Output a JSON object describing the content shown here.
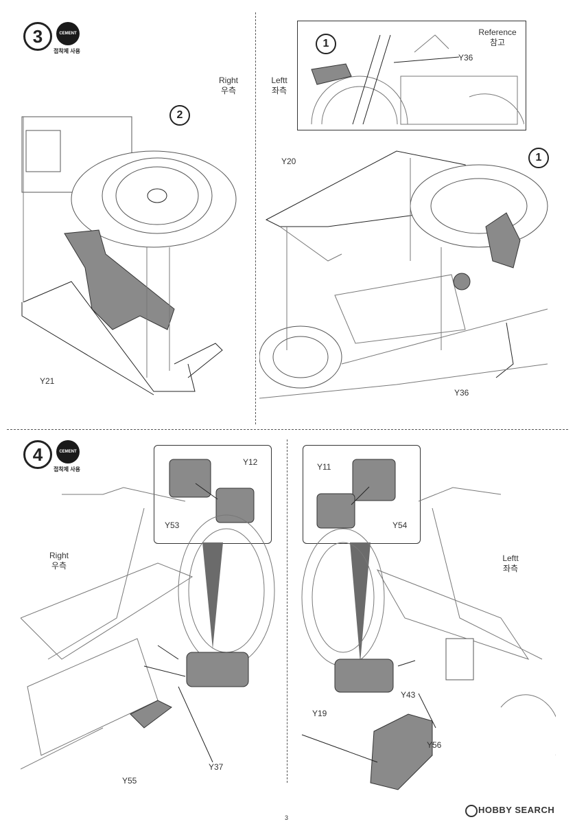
{
  "step3": {
    "number": "3",
    "cement_label": "CEMENT",
    "cement_caption": "접착제 사용",
    "right_label": "Right",
    "right_label_kr": "우측",
    "left_label": "Leftt",
    "left_label_kr": "좌측",
    "reference_label": "Reference",
    "reference_label_kr": "참고",
    "callout_1": "1",
    "callout_2": "2",
    "callout_ref": "1",
    "parts": {
      "y21": "Y21",
      "y20": "Y20",
      "y36_ref": "Y36",
      "y36": "Y36"
    }
  },
  "step4": {
    "number": "4",
    "cement_label": "CEMENT",
    "cement_caption": "접착제 사용",
    "right_label": "Right",
    "right_label_kr": "우측",
    "left_label": "Leftt",
    "left_label_kr": "좌측",
    "parts": {
      "y12": "Y12",
      "y53": "Y53",
      "y11": "Y11",
      "y54": "Y54",
      "y37": "Y37",
      "y55": "Y55",
      "y43": "Y43",
      "y19": "Y19",
      "y56": "Y56"
    }
  },
  "footer": {
    "page_number": "3",
    "watermark": "HOBBY SEARCH",
    "watermark_icon": "hobbysearch-logo-icon"
  }
}
